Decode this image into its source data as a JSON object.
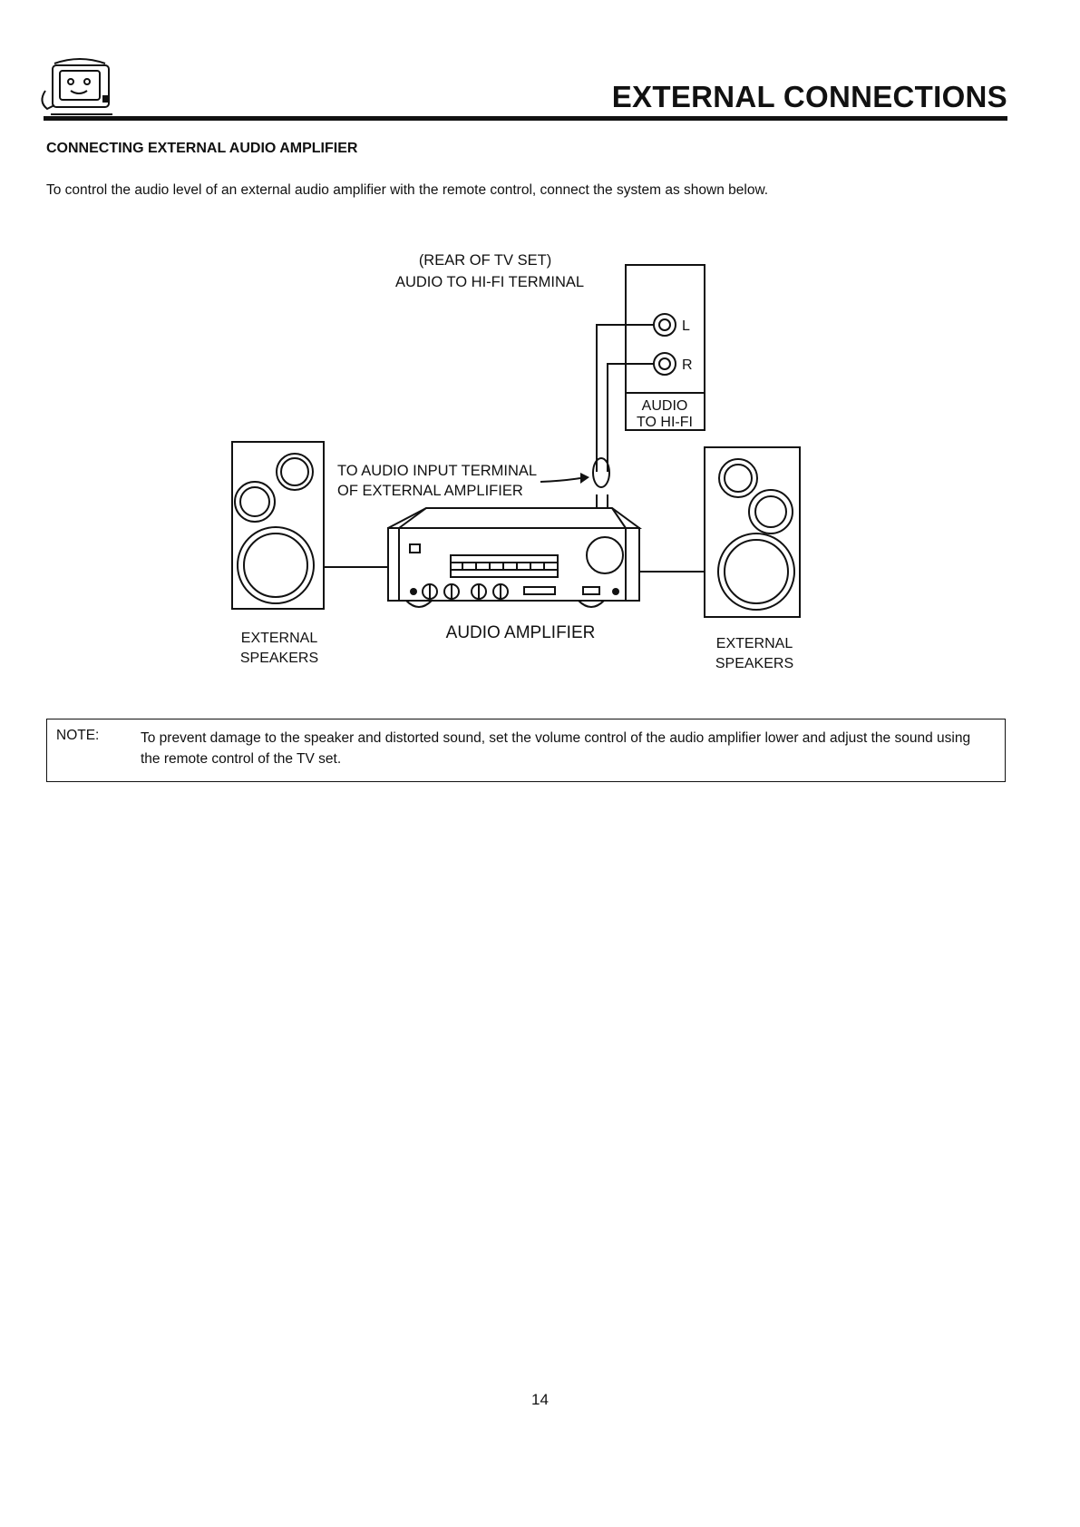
{
  "header": {
    "title": "EXTERNAL CONNECTIONS",
    "logo_icon": "tv-mascot-icon"
  },
  "section": {
    "heading": "CONNECTING EXTERNAL AUDIO AMPLIFIER",
    "intro": "To control the audio level of an external audio amplifier with the remote control, connect the system as shown below."
  },
  "diagram": {
    "tv_rear_label": "(REAR OF TV SET)",
    "tv_terminal_label": "AUDIO TO HI-FI TERMINAL",
    "jack_left": "L",
    "jack_right": "R",
    "panel_label_line1": "AUDIO",
    "panel_label_line2": "TO HI-FI",
    "input_label_line1": "TO AUDIO INPUT TERMINAL",
    "input_label_line2": "OF EXTERNAL AMPLIFIER",
    "amplifier_label": "AUDIO AMPLIFIER",
    "left_speaker_line1": "EXTERNAL",
    "left_speaker_line2": "SPEAKERS",
    "right_speaker_line1": "EXTERNAL",
    "right_speaker_line2": "SPEAKERS"
  },
  "note": {
    "label": "NOTE:",
    "text": "To prevent damage to the speaker and distorted sound, set the volume control of the audio amplifier lower and adjust the sound using the remote control of the TV set."
  },
  "footer": {
    "page_number": "14"
  }
}
